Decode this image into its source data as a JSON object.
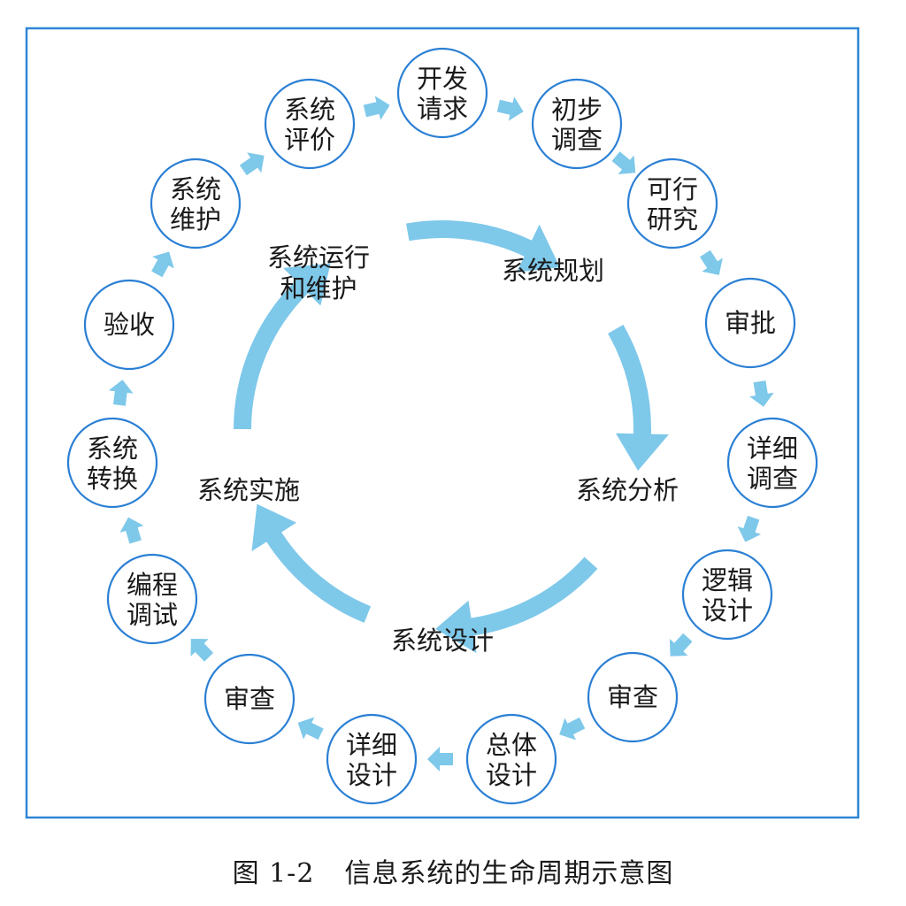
{
  "colors": {
    "frame": "#2f86d6",
    "node_stroke": "#2a7fd4",
    "arrow": "#7ec8ea",
    "text": "#1a1a1a"
  },
  "nodes": [
    [
      "开发",
      "请求"
    ],
    [
      "初步",
      "调查"
    ],
    [
      "可行",
      "研究"
    ],
    [
      "审批"
    ],
    [
      "详细",
      "调查"
    ],
    [
      "逻辑",
      "设计"
    ],
    [
      "审查"
    ],
    [
      "总体",
      "设计"
    ],
    [
      "详细",
      "设计"
    ],
    [
      "审查"
    ],
    [
      "编程",
      "调试"
    ],
    [
      "系统",
      "转换"
    ],
    [
      "验收"
    ],
    [
      "系统",
      "维护"
    ],
    [
      "系统",
      "评价"
    ]
  ],
  "phases": {
    "planning": "系统规划",
    "analysis": "系统分析",
    "design": "系统设计",
    "implementation": "系统实施",
    "operation": [
      "系统运行",
      "和维护"
    ]
  },
  "caption": {
    "number": "图 1-2",
    "title": "信息系统的生命周期示意图"
  }
}
